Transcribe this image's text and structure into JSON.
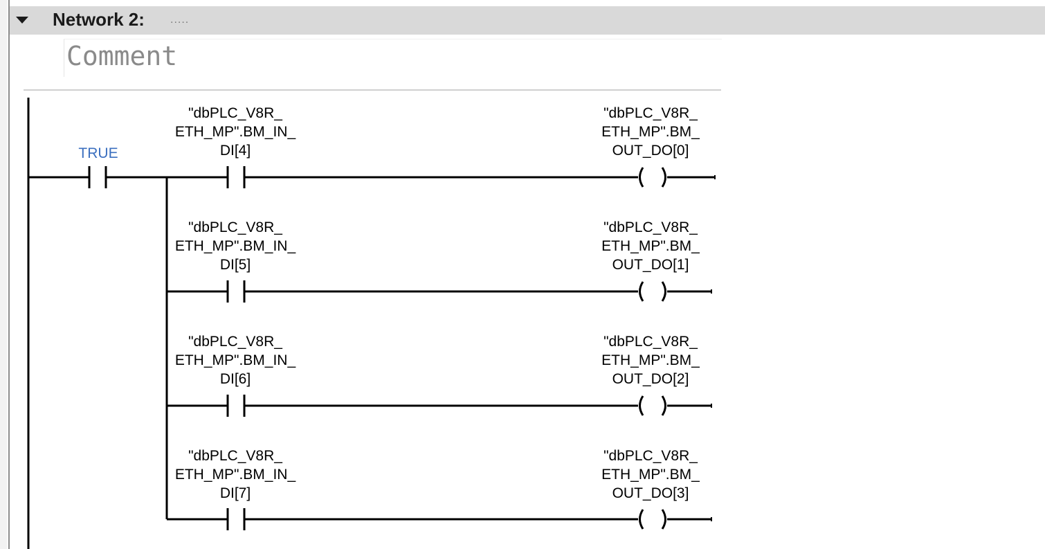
{
  "network": {
    "title": "Network 2:",
    "title_dots": ".....",
    "comment_placeholder": "Comment"
  },
  "icons": {
    "collapse": "triangle-down-icon",
    "contact": "no-contact-symbol",
    "coil": "coil-symbol"
  },
  "colors": {
    "header_bg": "#d9d9d9",
    "constant_text": "#3b6fbf",
    "wire": "#000000",
    "comment_text": "#8a8a8a"
  },
  "ladder": {
    "true_contact_label": "TRUE",
    "rungs": [
      {
        "contact": "\"dbPLC_V8R_\nETH_MP\".BM_IN_\nDI[4]",
        "coil": "\"dbPLC_V8R_\nETH_MP\".BM_\nOUT_DO[0]"
      },
      {
        "contact": "\"dbPLC_V8R_\nETH_MP\".BM_IN_\nDI[5]",
        "coil": "\"dbPLC_V8R_\nETH_MP\".BM_\nOUT_DO[1]"
      },
      {
        "contact": "\"dbPLC_V8R_\nETH_MP\".BM_IN_\nDI[6]",
        "coil": "\"dbPLC_V8R_\nETH_MP\".BM_\nOUT_DO[2]"
      },
      {
        "contact": "\"dbPLC_V8R_\nETH_MP\".BM_IN_\nDI[7]",
        "coil": "\"dbPLC_V8R_\nETH_MP\".BM_\nOUT_DO[3]"
      }
    ]
  }
}
